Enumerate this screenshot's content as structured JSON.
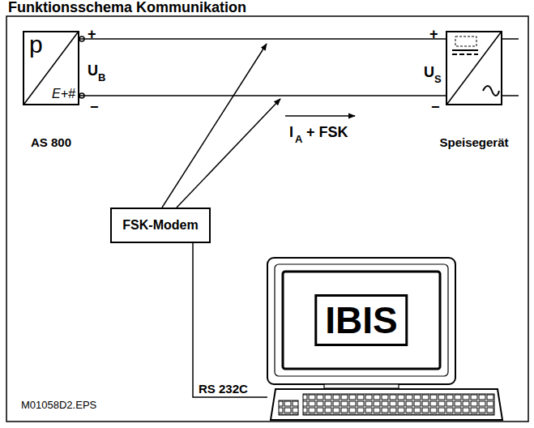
{
  "diagram": {
    "title": "Funktionsschema Kommunikation",
    "nodes": [
      {
        "text": [
          "p",
          "E+#",
          "AS 800"
        ]
      },
      {
        "text": [
          "Speisegerät"
        ]
      },
      {
        "text": [
          "FSK-Modem"
        ]
      },
      {
        "text": [
          "IBIS"
        ]
      }
    ],
    "edges": [
      {
        "from": 0,
        "to": 1,
        "arrow": "none"
      },
      {
        "from": 0,
        "to": 1,
        "arrow": "none"
      },
      {
        "from": 2,
        "to": 3,
        "label": "RS 232C",
        "arrow": "none"
      }
    ],
    "labels": [
      "+",
      "U",
      "B",
      "−",
      "+",
      "U",
      "S",
      "−",
      "I",
      "A",
      "+ FSK",
      "M01058D2.EPS"
    ]
  }
}
